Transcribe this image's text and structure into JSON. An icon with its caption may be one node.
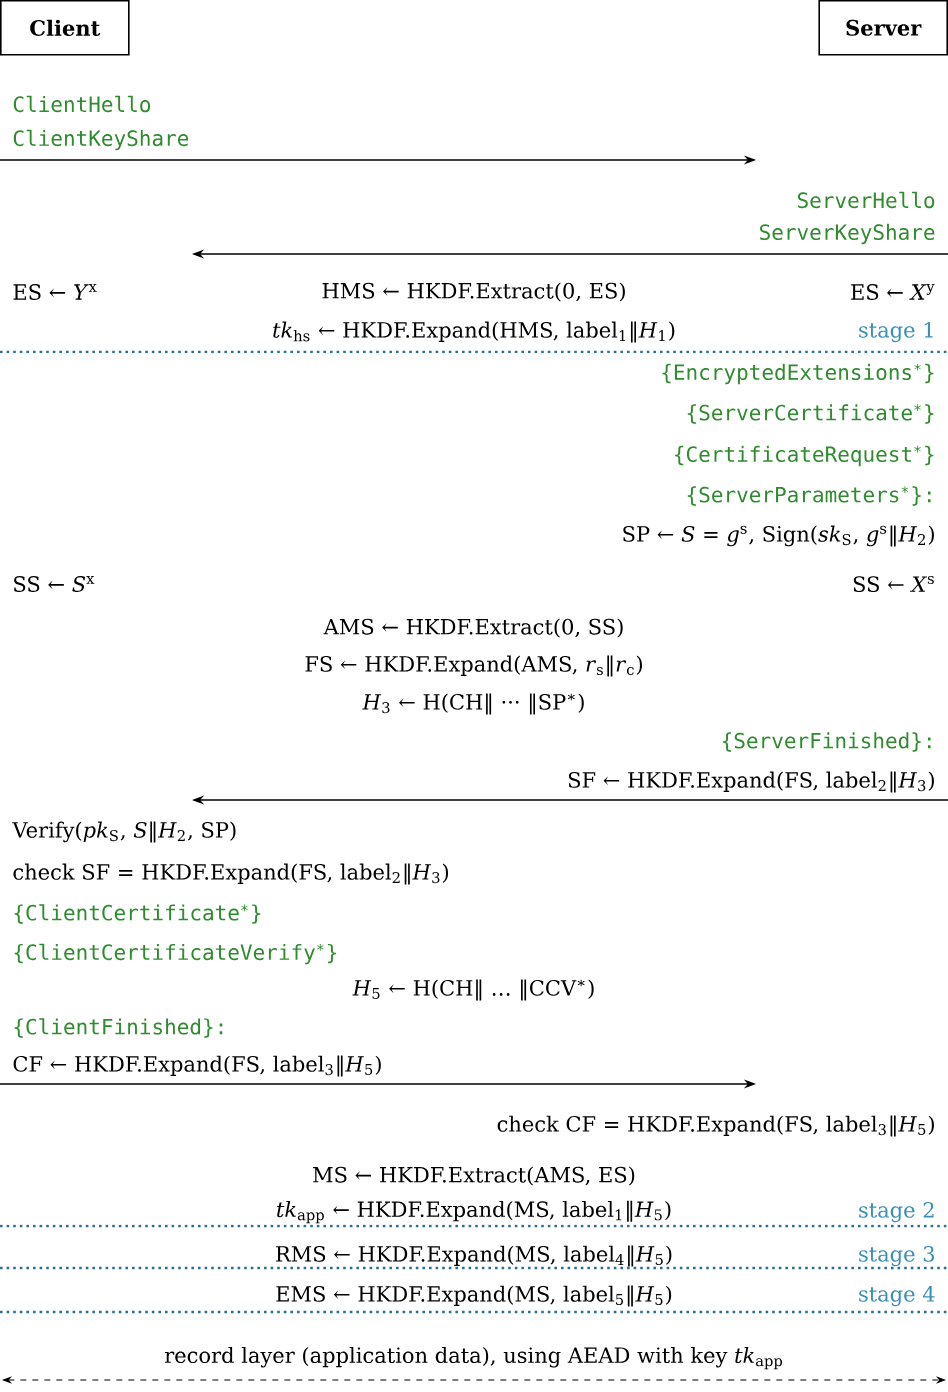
{
  "diagram": {
    "nodes": [
      {
        "text": [
          "Client"
        ]
      },
      {
        "text": [
          "Server"
        ]
      }
    ],
    "labels": [
      "ClientHello",
      "ClientKeyShare",
      "ServerHello",
      "ServerKeyShare",
      "ES ← *Y*$^{x}$",
      "HMS ← HKDF.Extract(0, ES)",
      "ES ← *X*$^{y}$",
      "*tk*$_{hs}$ ← HKDF.Expand(HMS, label$_{1}$‖*H*$_{1}$)",
      "stage 1",
      "{EncryptedExtensions$^{∗}$}",
      "{ServerCertificate$^{∗}$}",
      "{CertificateRequest$^{∗}$}",
      "{ServerParameters$^{∗}$}:",
      "SP ← *S* = *g*$^{s}$, Sign(*sk*$_{S}$, *g*$^{s}$‖*H*$_{2}$)",
      "SS ← *S*$^{x}$",
      "SS ← *X*$^{s}$",
      "AMS ← HKDF.Extract(0, SS)",
      "FS ← HKDF.Expand(AMS, *r*$_{s}$‖*r*$_{c}$)",
      "*H*$_{3}$ ← H(CH‖ ··· ‖SP$^{∗}$)",
      "{ServerFinished}:",
      "SF ← HKDF.Expand(FS, label$_{2}$‖*H*$_{3}$)",
      "Verify(*pk*$_{S}$, *S*‖*H*$_{2}$, SP)",
      "check SF = HKDF.Expand(FS, label$_{2}$‖*H*$_{3}$)",
      "{ClientCertificate$^{∗}$}",
      "{ClientCertificateVerify$^{∗}$}",
      "*H*$_{5}$ ← H(CH‖ … ‖CCV$^{∗}$)",
      "{ClientFinished}:",
      "CF ← HKDF.Expand(FS, label$_{3}$‖*H*$_{5}$)",
      "check CF = HKDF.Expand(FS, label$_{3}$‖*H*$_{5}$)",
      "MS ← HKDF.Extract(AMS, ES)",
      "*tk*$_{app}$ ← HKDF.Expand(MS, label$_{1}$‖*H*$_{5}$)",
      "stage 2",
      "RMS ← HKDF.Expand(MS, label$_{4}$‖*H*$_{5}$)",
      "stage 3",
      "EMS ← HKDF.Expand(MS, label$_{5}$‖*H*$_{5}$)",
      "stage 4",
      "record layer (application data), using AEAD with key *tk*$_{app}$"
    ]
  }
}
